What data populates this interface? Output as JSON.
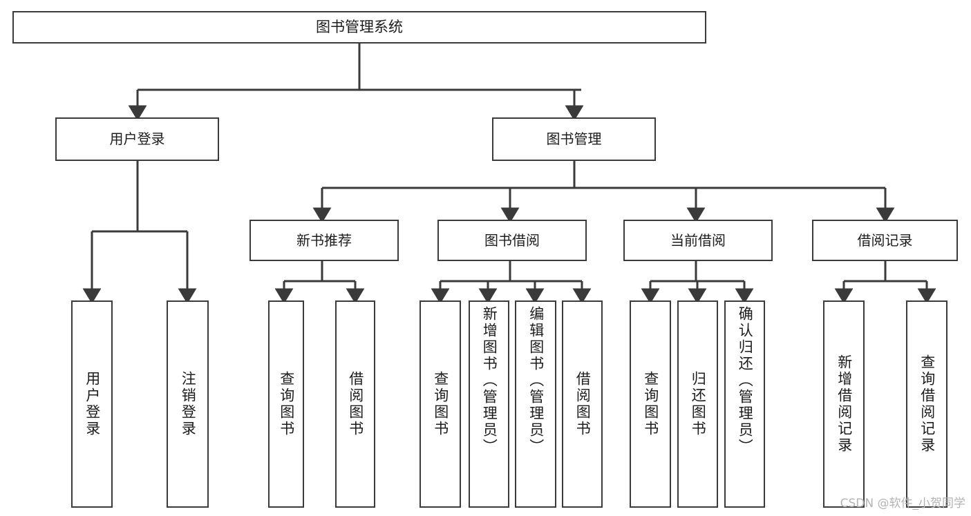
{
  "diagram": {
    "title": "图书管理系统",
    "type": "tree-hierarchy",
    "watermark": "CSDN @软件_小贺同学",
    "colors": {
      "box_border": "#3a3a3a",
      "box_fill": "#ffffff",
      "connector": "#3a3a3a",
      "text": "#1c1c1c",
      "watermark": "#b3b3b3"
    },
    "root": {
      "label": "图书管理系统"
    },
    "level2": [
      {
        "label": "用户登录"
      },
      {
        "label": "图书管理"
      }
    ],
    "level3": [
      {
        "label": "新书推荐"
      },
      {
        "label": "图书借阅"
      },
      {
        "label": "当前借阅"
      },
      {
        "label": "借阅记录"
      }
    ],
    "leaves": {
      "user_login": [
        {
          "label": "用户登录"
        },
        {
          "label": "注销登录"
        }
      ],
      "new_book_recommend": [
        {
          "label": "查询图书"
        },
        {
          "label": "借阅图书"
        }
      ],
      "book_borrow": [
        {
          "label": "查询图书"
        },
        {
          "label": "新增图书（管理员）"
        },
        {
          "label": "编辑图书（管理员）"
        },
        {
          "label": "借阅图书"
        }
      ],
      "current_borrow": [
        {
          "label": "查询图书"
        },
        {
          "label": "归还图书"
        },
        {
          "label": "确认归还（管理员）"
        }
      ],
      "borrow_record": [
        {
          "label": "新增借阅记录"
        },
        {
          "label": "查询借阅记录"
        }
      ]
    }
  }
}
